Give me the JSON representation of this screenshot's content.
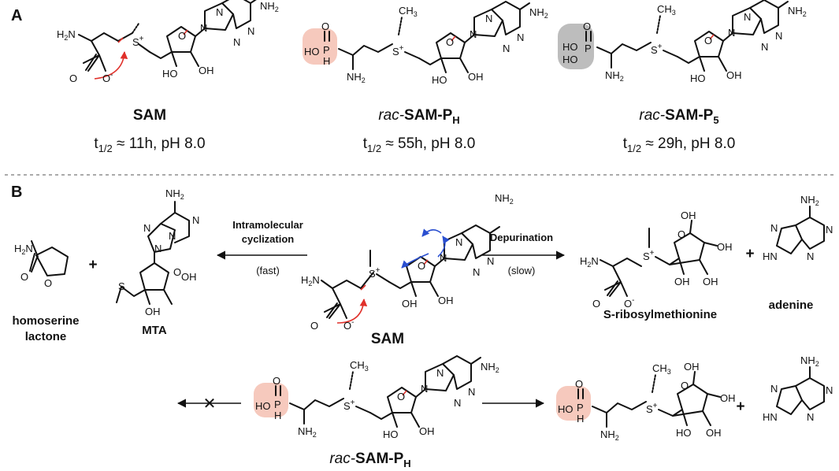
{
  "panels": {
    "a": "A",
    "b": "B"
  },
  "atoms": {
    "nh2": "NH",
    "h2n": "H",
    "n": "N",
    "o": "O",
    "oh": "OH",
    "ho": "HO",
    "ch3": "CH",
    "s": "S",
    "p": "P",
    "h": "H",
    "hn": "HN",
    "o_minus": "O",
    "two": "2",
    "three": "3",
    "plus": "+",
    "minus": "-",
    "five": "5"
  },
  "panel_a": {
    "compounds": [
      {
        "name": "SAM",
        "half_life": "t",
        "half_sub": "1/2",
        "half_value": " ≈ 11h, pH 8.0"
      },
      {
        "prefix": "rac-",
        "name": "SAM-P",
        "sub": "H",
        "half_life": "t",
        "half_sub": "1/2",
        "half_value": " ≈ 55h, pH 8.0"
      },
      {
        "prefix": "rac-",
        "name": "SAM-P",
        "sub": "5",
        "half_life": "t",
        "half_sub": "1/2",
        "half_value": " ≈ 29h, pH 8.0"
      }
    ]
  },
  "panel_b": {
    "left_arrow": {
      "line1": "Intramolecular",
      "line2": "cyclization",
      "rate": "(fast)"
    },
    "right_arrow": {
      "label": "Depurination",
      "rate": "(slow)"
    },
    "products": {
      "homoserine_1": "homoserine",
      "homoserine_2": "lactone",
      "mta": "MTA",
      "sam": "SAM",
      "ribosyl": "S-ribosylmethionine",
      "adenine": "adenine",
      "plus": "+"
    },
    "bottom": {
      "prefix": "rac-",
      "name": "SAM-P",
      "sub": "H",
      "blocked": "✕"
    }
  },
  "colors": {
    "highlight_pink": "#f6c9bd",
    "highlight_gray": "#bdbdbd",
    "arrow_red": "#e0302a",
    "arrow_blue": "#2a4fd0"
  }
}
